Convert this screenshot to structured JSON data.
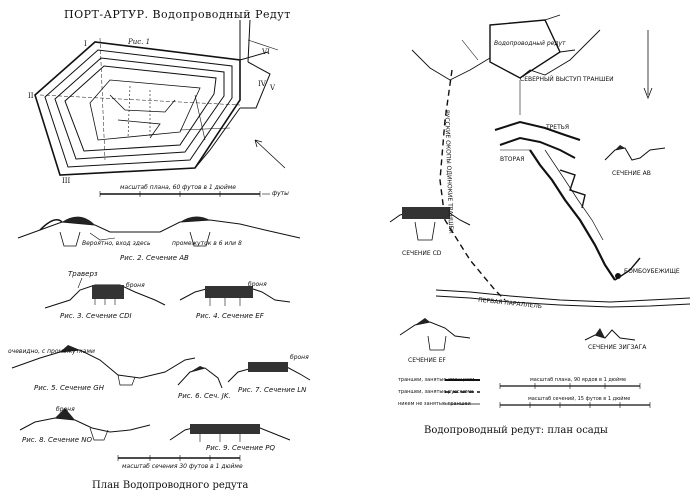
{
  "left": {
    "title": "ПОРТ-АРТУР. Водопроводный Редут",
    "fig1": "Рис. 1",
    "roman": [
      "I",
      "II",
      "III",
      "IV",
      "V",
      "VI"
    ],
    "scale_plan": "масштаб плана, 60 футов в 1 дюйме",
    "scale_unit": "футы",
    "entrance": "Вероятно, вход здесь",
    "gap": "промежуток в 6 или 8",
    "fig2": "Рис. 2. Сечение АВ",
    "traverse": "Траверз",
    "armor1": "броня",
    "fig3": "Рис. 3. Сечение CDI",
    "armor2": "броня",
    "fig4": "Рис. 4. Сечение EF",
    "ochev": "очевидно, с промежутками",
    "armor3": "броня",
    "fig5": "Рис. 5. Сечение GH",
    "fig6": "Рис. 6. Сеч. JK.",
    "fig7": "Рис. 7. Сечение LN",
    "armor4": "броня",
    "fig8": "Рис. 8. Сечение NO",
    "fig9": "Рис. 9. Сечение PQ",
    "scale_sec": "масштаб сечения 30 футов в 1 дюйме",
    "caption": "План Водопроводного редута"
  },
  "right": {
    "redoubt": "Водопроводный редут",
    "north": "СЕВЕРНЫЙ ВЫСТУП ТРАНШЕИ",
    "russian_trench": "РУССКИЕ ОКОПЫ ОДИНОКИЕ ТРАНШЕИ",
    "third": "ТРЕТЬЯ",
    "second": "ВТОРАЯ",
    "secAB": "СЕЧЕНИЕ АВ",
    "secCD": "СЕЧЕНИЕ CD",
    "bomb": "БОМБОУБЕЖИЩЕ",
    "first": "ПЕРВАЯ ПАРАЛЛЕЛЬ",
    "secEF": "СЕЧЕНИЕ EF",
    "secZ": "СЕЧЕНИЕ ЗИГЗАГА",
    "legend": [
      "траншеи, занятые японцами",
      "траншеи, занятые русскими",
      "никем не занятые траншеи"
    ],
    "scale_plan": "масштаб плана, 90 ярдов в 1 дюйме",
    "scale_sec": "масштаб сечений, 15 футов в 1 дюйме",
    "caption": "Водопроводный редут: план осады"
  }
}
